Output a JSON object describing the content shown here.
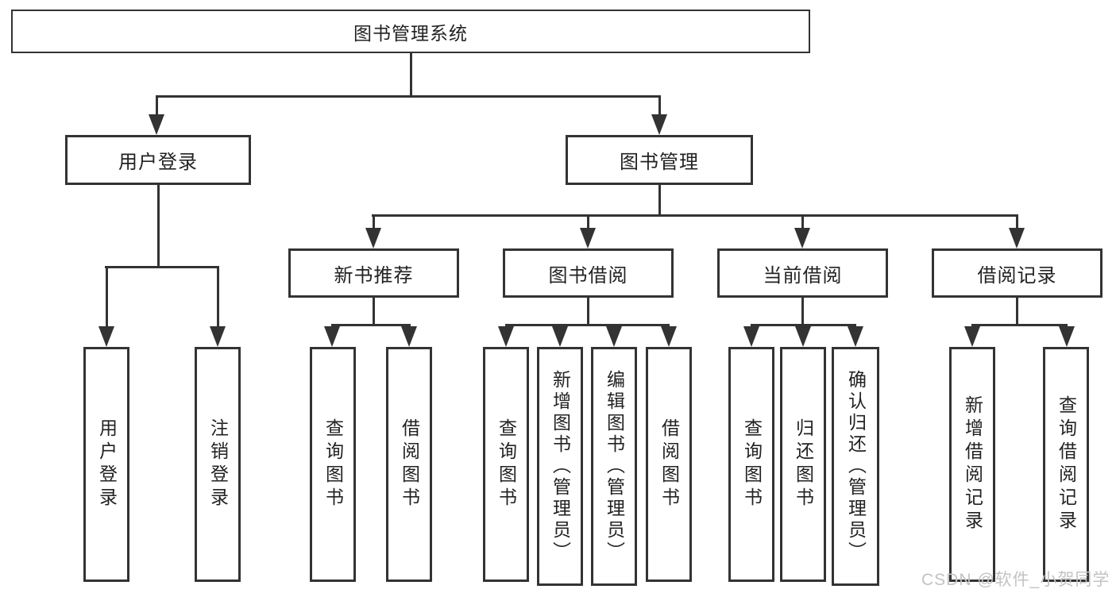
{
  "diagram_title": "图书管理系统",
  "tree": {
    "label": "图书管理系统",
    "children": [
      {
        "label": "用户登录",
        "children": [
          {
            "label": "用户登录"
          },
          {
            "label": "注销登录"
          }
        ]
      },
      {
        "label": "图书管理",
        "children": [
          {
            "label": "新书推荐",
            "children": [
              {
                "label": "查询图书"
              },
              {
                "label": "借阅图书"
              }
            ]
          },
          {
            "label": "图书借阅",
            "children": [
              {
                "label": "查询图书"
              },
              {
                "label": "新增图书（管理员）"
              },
              {
                "label": "编辑图书（管理员）"
              },
              {
                "label": "借阅图书"
              }
            ]
          },
          {
            "label": "当前借阅",
            "children": [
              {
                "label": "查询图书"
              },
              {
                "label": "归还图书"
              },
              {
                "label": "确认归还（管理员）"
              }
            ]
          },
          {
            "label": "借阅记录",
            "children": [
              {
                "label": "新增借阅记录"
              },
              {
                "label": "查询借阅记录"
              }
            ]
          }
        ]
      }
    ]
  },
  "watermark": "CSDN @软件_小贺同学",
  "colors": {
    "line": "#333333",
    "text": "#222222",
    "background": "#ffffff",
    "watermark": "#c3c3c3"
  }
}
